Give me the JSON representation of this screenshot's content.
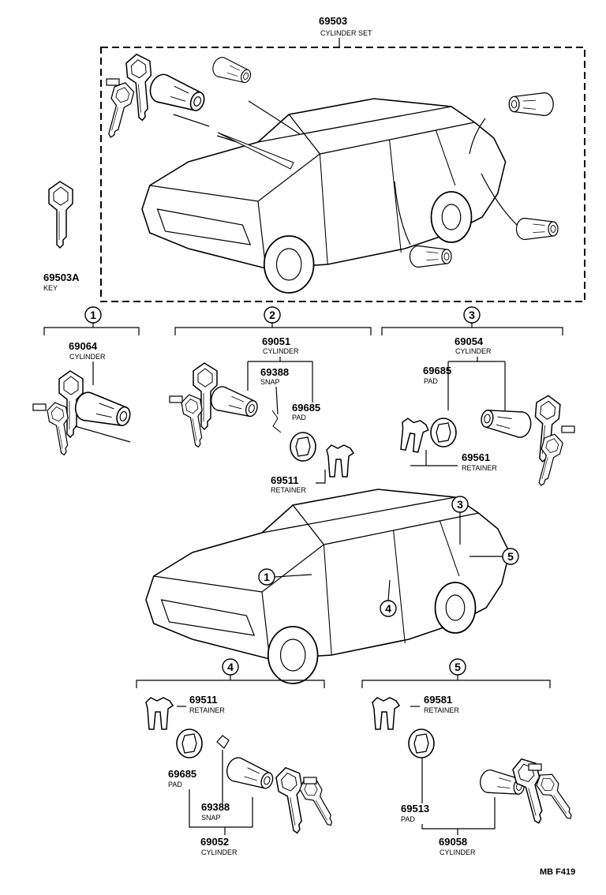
{
  "cylinder_set": {
    "part_no": "69503",
    "name": "CYLINDER SET"
  },
  "key": {
    "part_no": "69503A",
    "name": "KEY"
  },
  "group1": {
    "callout": "1",
    "cylinder": {
      "part_no": "69064",
      "name": "CYLINDER"
    }
  },
  "group2": {
    "callout": "2",
    "cylinder": {
      "part_no": "69051",
      "name": "CYLINDER"
    },
    "snap": {
      "part_no": "69388",
      "name": "SNAP"
    },
    "pad": {
      "part_no": "69685",
      "name": "PAD"
    },
    "retainer": {
      "part_no": "69511",
      "name": "RETAINER"
    }
  },
  "group3": {
    "callout": "3",
    "cylinder": {
      "part_no": "69054",
      "name": "CYLINDER"
    },
    "pad": {
      "part_no": "69685",
      "name": "PAD"
    },
    "retainer": {
      "part_no": "69561",
      "name": "RETAINER"
    }
  },
  "car_callouts": [
    "1",
    "3",
    "4",
    "5"
  ],
  "group4": {
    "callout": "4",
    "retainer": {
      "part_no": "69511",
      "name": "RETAINER"
    },
    "pad": {
      "part_no": "69685",
      "name": "PAD"
    },
    "snap": {
      "part_no": "69388",
      "name": "SNAP"
    },
    "cylinder": {
      "part_no": "69052",
      "name": "CYLINDER"
    }
  },
  "group5": {
    "callout": "5",
    "retainer": {
      "part_no": "69581",
      "name": "RETAINER"
    },
    "pad": {
      "part_no": "69513",
      "name": "PAD"
    },
    "cylinder": {
      "part_no": "69058",
      "name": "CYLINDER"
    }
  },
  "figure_code": "MB  F419"
}
